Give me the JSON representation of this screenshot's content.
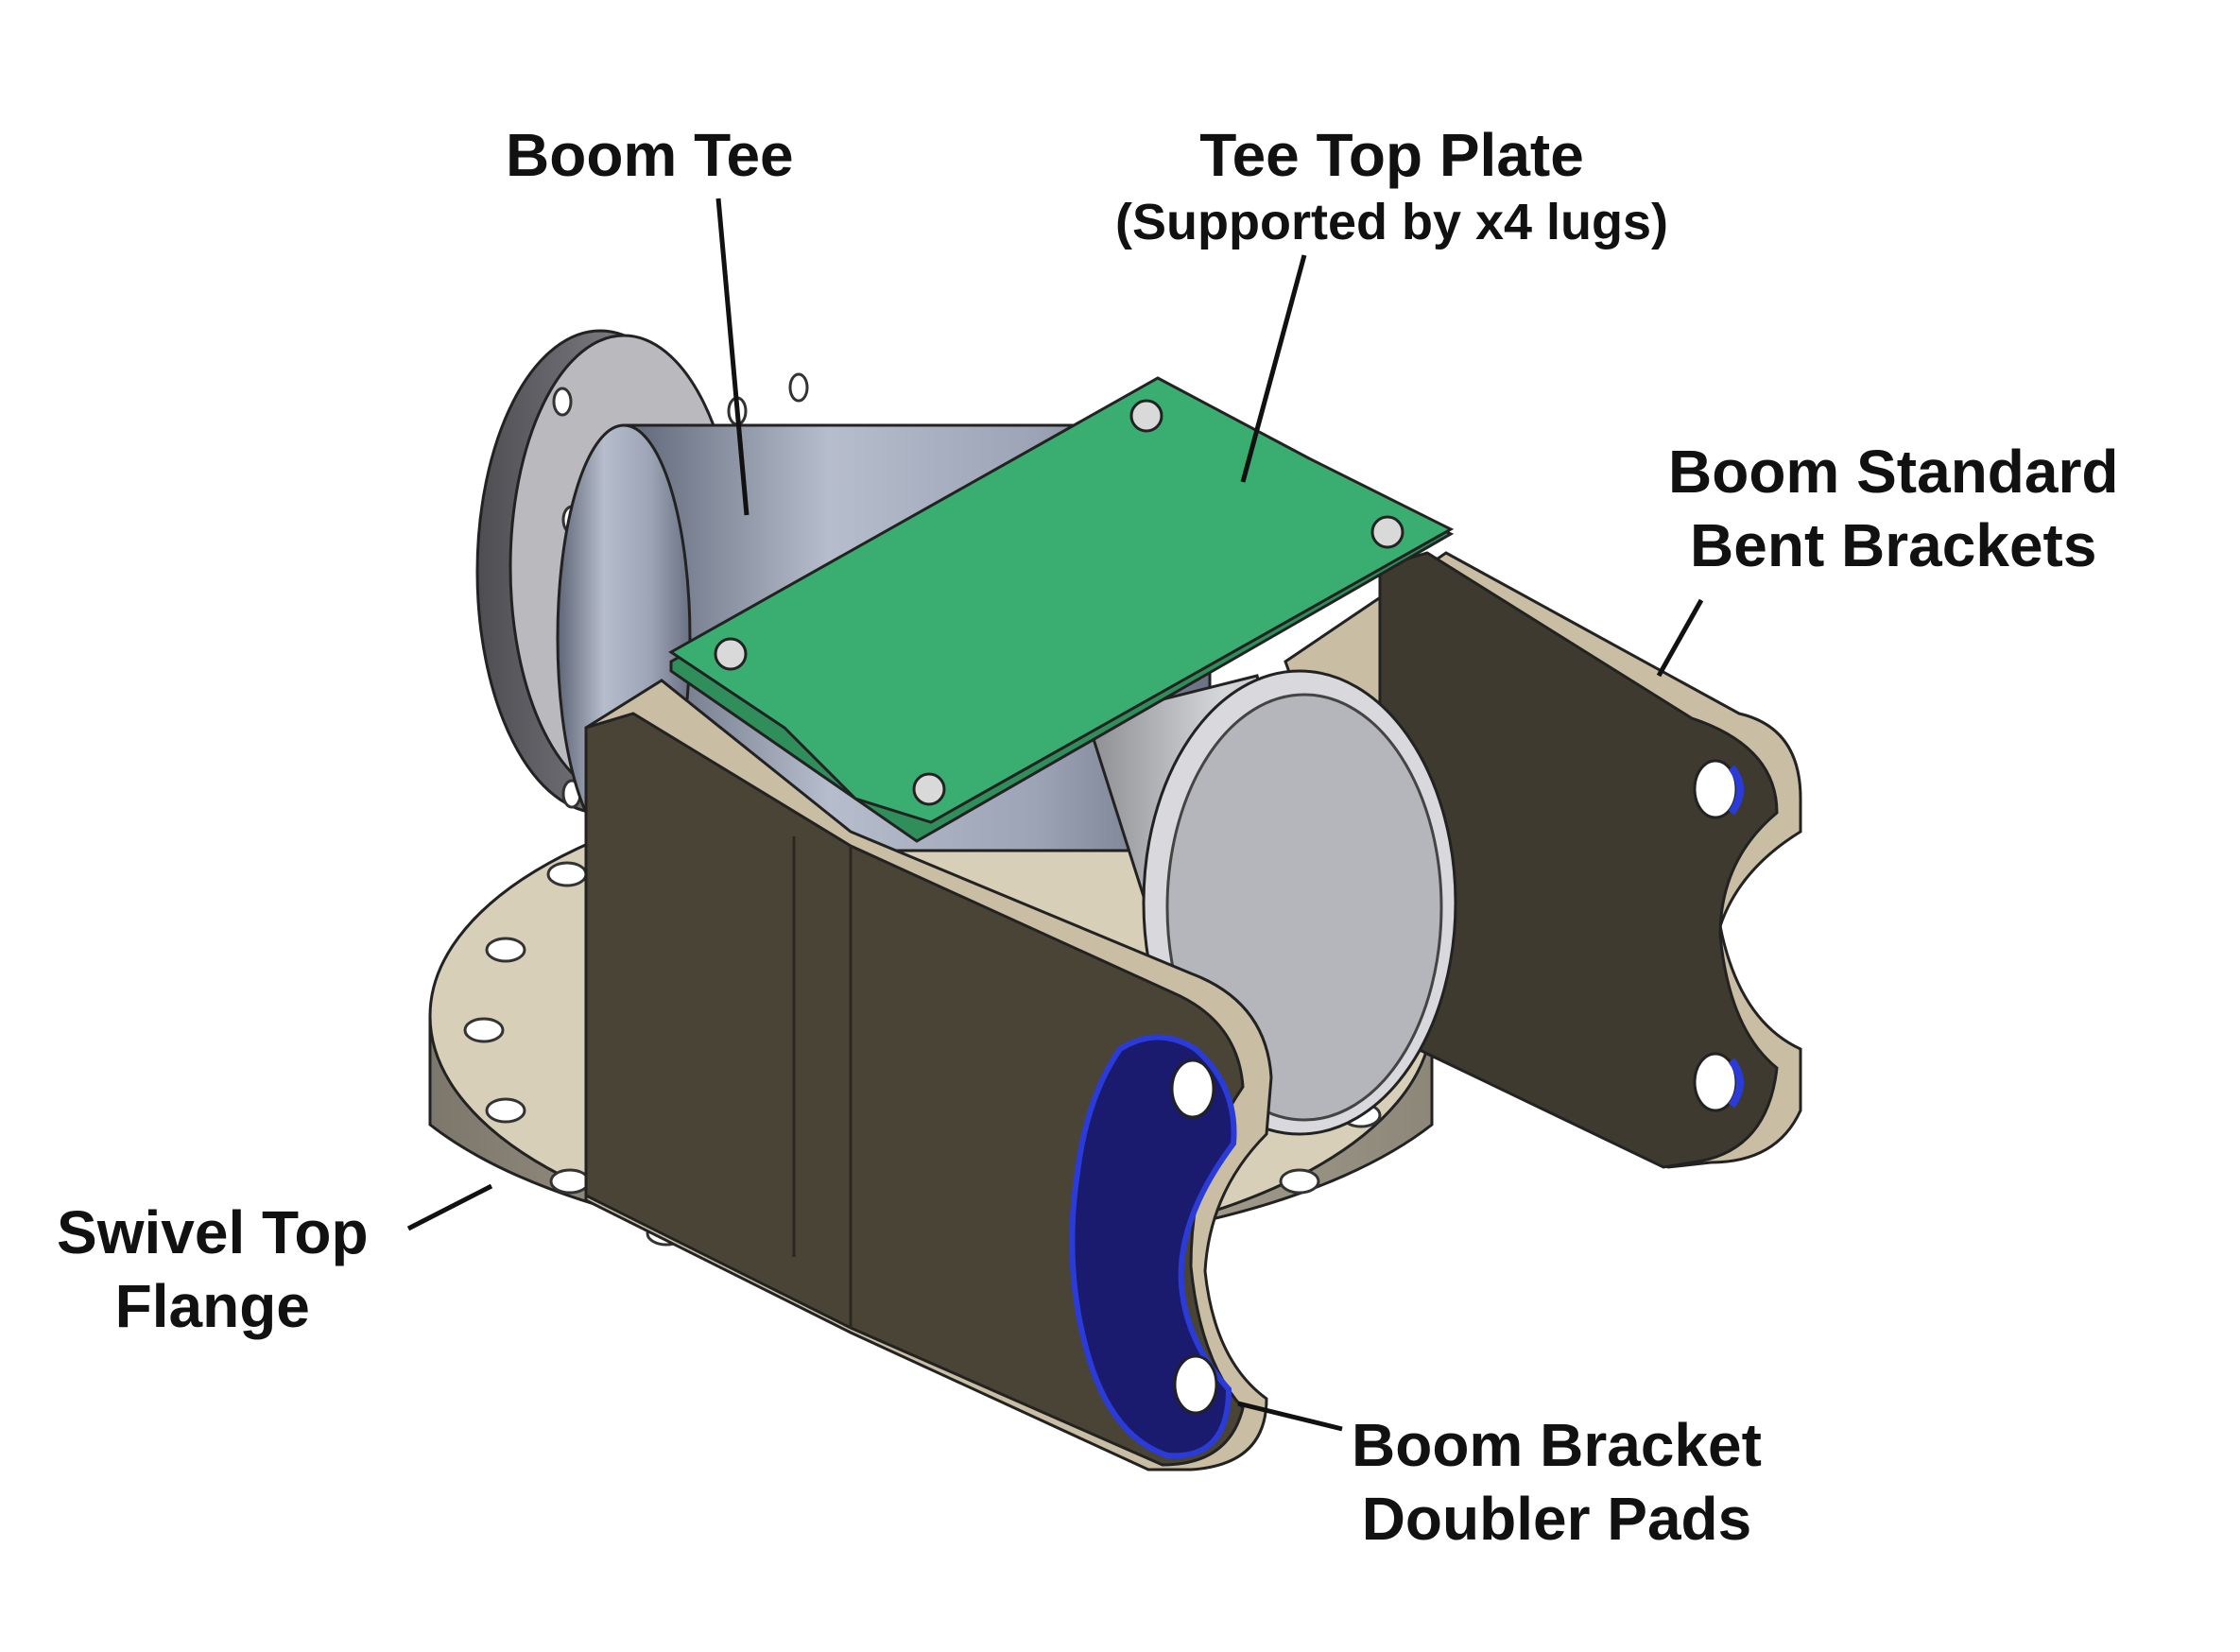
{
  "labels": {
    "boom_tee": {
      "line1": "Boom Tee"
    },
    "tee_top_plate": {
      "line1": "Tee Top Plate",
      "line2": "(Supported by x4 lugs)"
    },
    "boom_standard_bent_brackets": {
      "line1": "Boom Standard",
      "line2": "Bent Brackets"
    },
    "swivel_top_flange": {
      "line1": "Swivel Top",
      "line2": "Flange"
    },
    "boom_bracket_doubler_pads": {
      "line1": "Boom Bracket",
      "line2": "Doubler Pads"
    }
  },
  "colors": {
    "top_plate": "#3aae70",
    "bracket_face": "#4a4436",
    "bracket_edge": "#c9bda3",
    "flange_face": "#d8cfb8",
    "flange_side": "#8f8a7e",
    "tee_pipe": "#9aa3b6",
    "doubler_pad": "#1a1a6e",
    "doubler_edge": "#2a3bd8",
    "leader": "#111111"
  }
}
